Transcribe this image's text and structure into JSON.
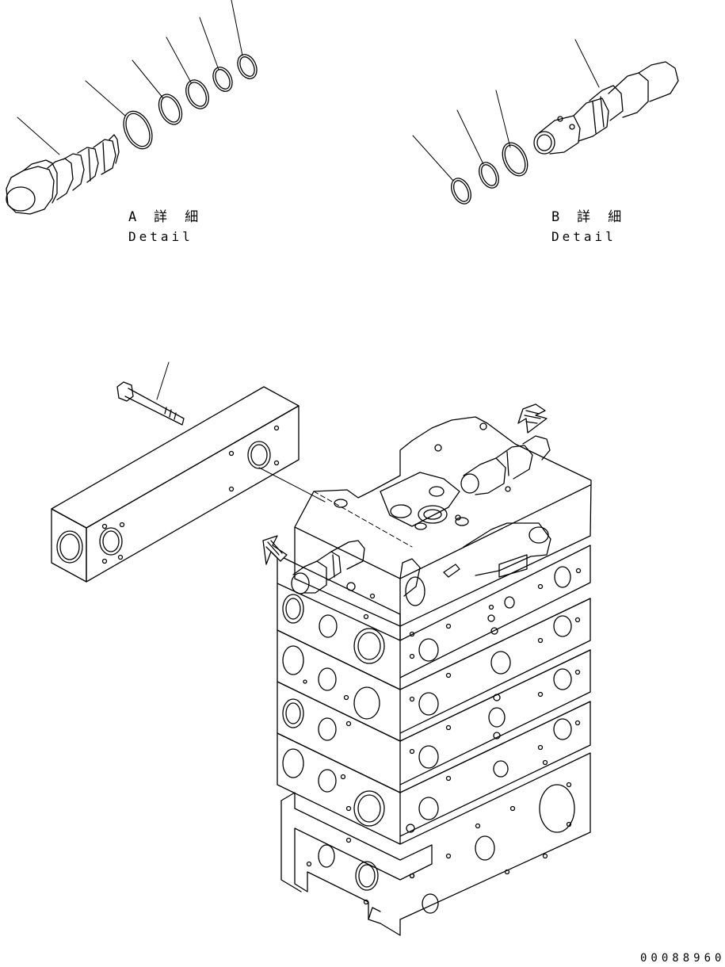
{
  "detail_a": {
    "letter": "A",
    "kanji": "詳 細",
    "english": "Detail"
  },
  "detail_b": {
    "letter": "B",
    "kanji": "詳 細",
    "english": "Detail"
  },
  "drawing_number": "00088960",
  "colors": {
    "ink": "#000000",
    "paper": "#ffffff"
  }
}
